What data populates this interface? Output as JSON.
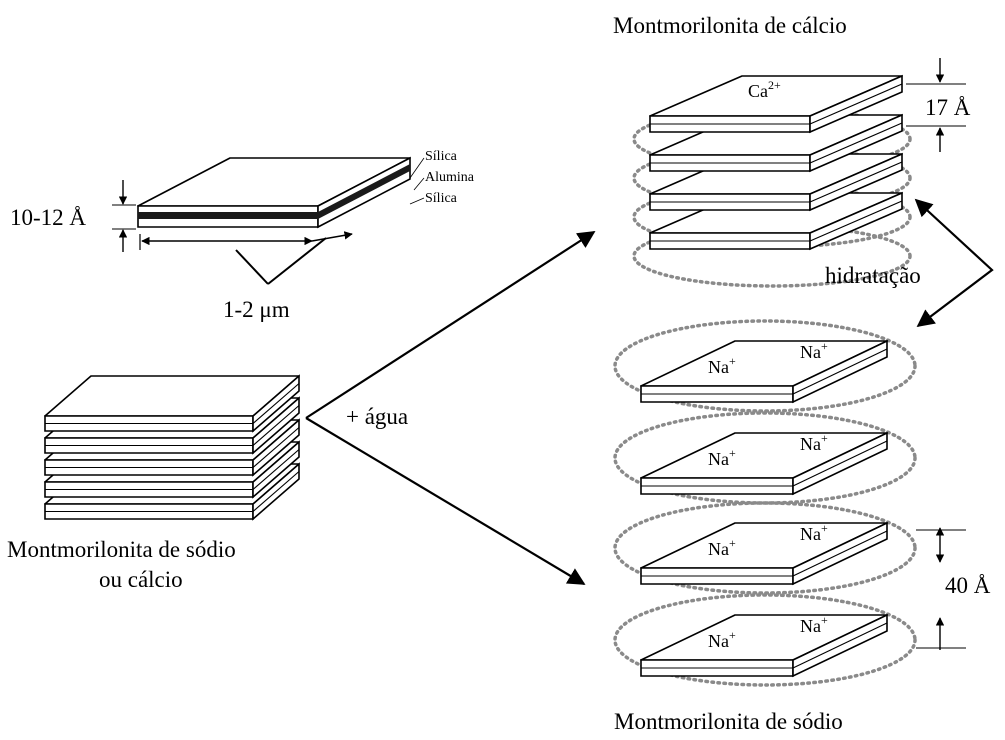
{
  "labels": {
    "layer_silica_top": "Sílica",
    "layer_alumina": "Alumina",
    "layer_silica_bottom": "Sílica",
    "thickness": "10-12 Å",
    "width": "1-2 μm",
    "water": "+ água",
    "source": "Montmorilonita de sódio",
    "source_line2": "ou cálcio",
    "calcium_title": "Montmorilonita de cálcio",
    "calcium_spacing": "17 Å",
    "hydration": "hidratação",
    "sodium_title": "Montmorilonita de sódio",
    "sodium_spacing": "40 Å"
  },
  "ions": {
    "calcium": {
      "symbol": "Ca",
      "charge": "2+"
    },
    "sodium": {
      "symbol": "Na",
      "charge": "+"
    }
  },
  "colors": {
    "ink": "#000000",
    "dots": "#8a8a8a",
    "background": "#ffffff"
  }
}
